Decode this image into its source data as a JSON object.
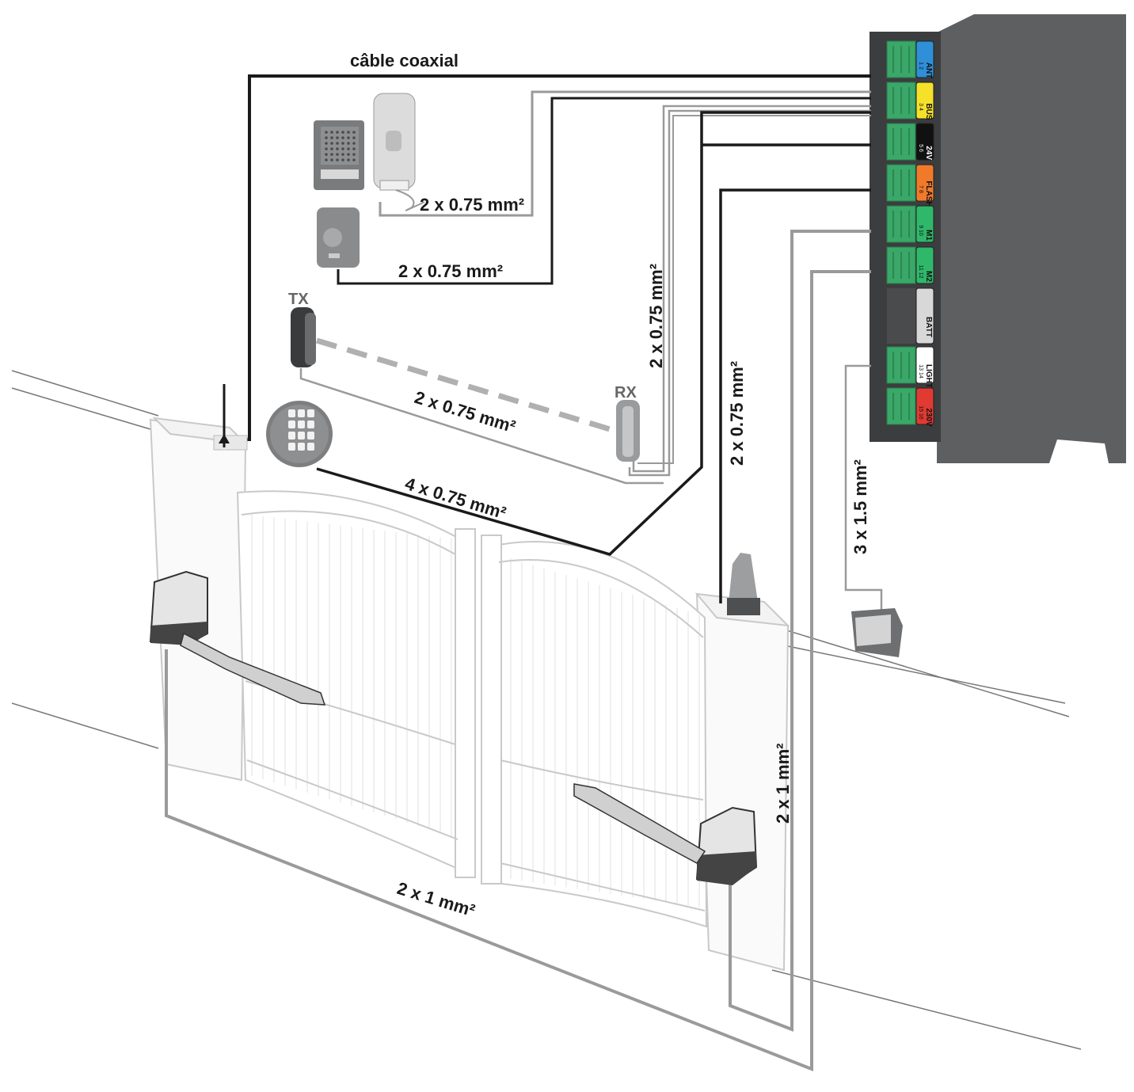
{
  "labels": {
    "coax": "câble coaxial",
    "intercom_handset": "2 x 0.75 mm²",
    "intercom_panel": "2 x 0.75 mm²",
    "vertical_rx": "2 x 0.75 mm²",
    "tx_rx": "2 x 0.75 mm²",
    "keypad": "4 x 0.75 mm²",
    "flash": "2 x 0.75 mm²",
    "motor_right": "2 x 1 mm²",
    "motor_left": "2 x 1 mm²",
    "light": "3 x 1.5 mm²",
    "tx": "TX",
    "rx": "RX"
  },
  "terminals": [
    {
      "name": "ANT",
      "nums": "1 2",
      "color": "#2f8fd8",
      "text_color": "#111111"
    },
    {
      "name": "BUS",
      "nums": "3 4",
      "color": "#f5e12a",
      "text_color": "#111111"
    },
    {
      "name": "24V",
      "nums": "5 6",
      "color": "#111111",
      "text_color": "#ffffff"
    },
    {
      "name": "FLASH",
      "nums": "7 8",
      "color": "#f07a2a",
      "text_color": "#111111"
    },
    {
      "name": "M1",
      "nums": "9 10",
      "color": "#2fb86a",
      "text_color": "#111111"
    },
    {
      "name": "M2",
      "nums": "11 12",
      "color": "#2fb86a",
      "text_color": "#111111"
    },
    {
      "name": "BATT",
      "nums": "",
      "color": "#d8d8d8",
      "text_color": "#111111"
    },
    {
      "name": "LIGHT",
      "nums": "13 14",
      "color": "#ffffff",
      "text_color": "#111111"
    },
    {
      "name": "230V",
      "nums": "15 16",
      "color": "#e03a32",
      "text_color": "#111111"
    }
  ],
  "colors": {
    "control_box": "#5e5f61",
    "terminal_green": "#3aa868",
    "wire_black": "#1a1a1a",
    "wire_gray": "#9a9a9a",
    "gate_line": "#c8c8c8"
  }
}
